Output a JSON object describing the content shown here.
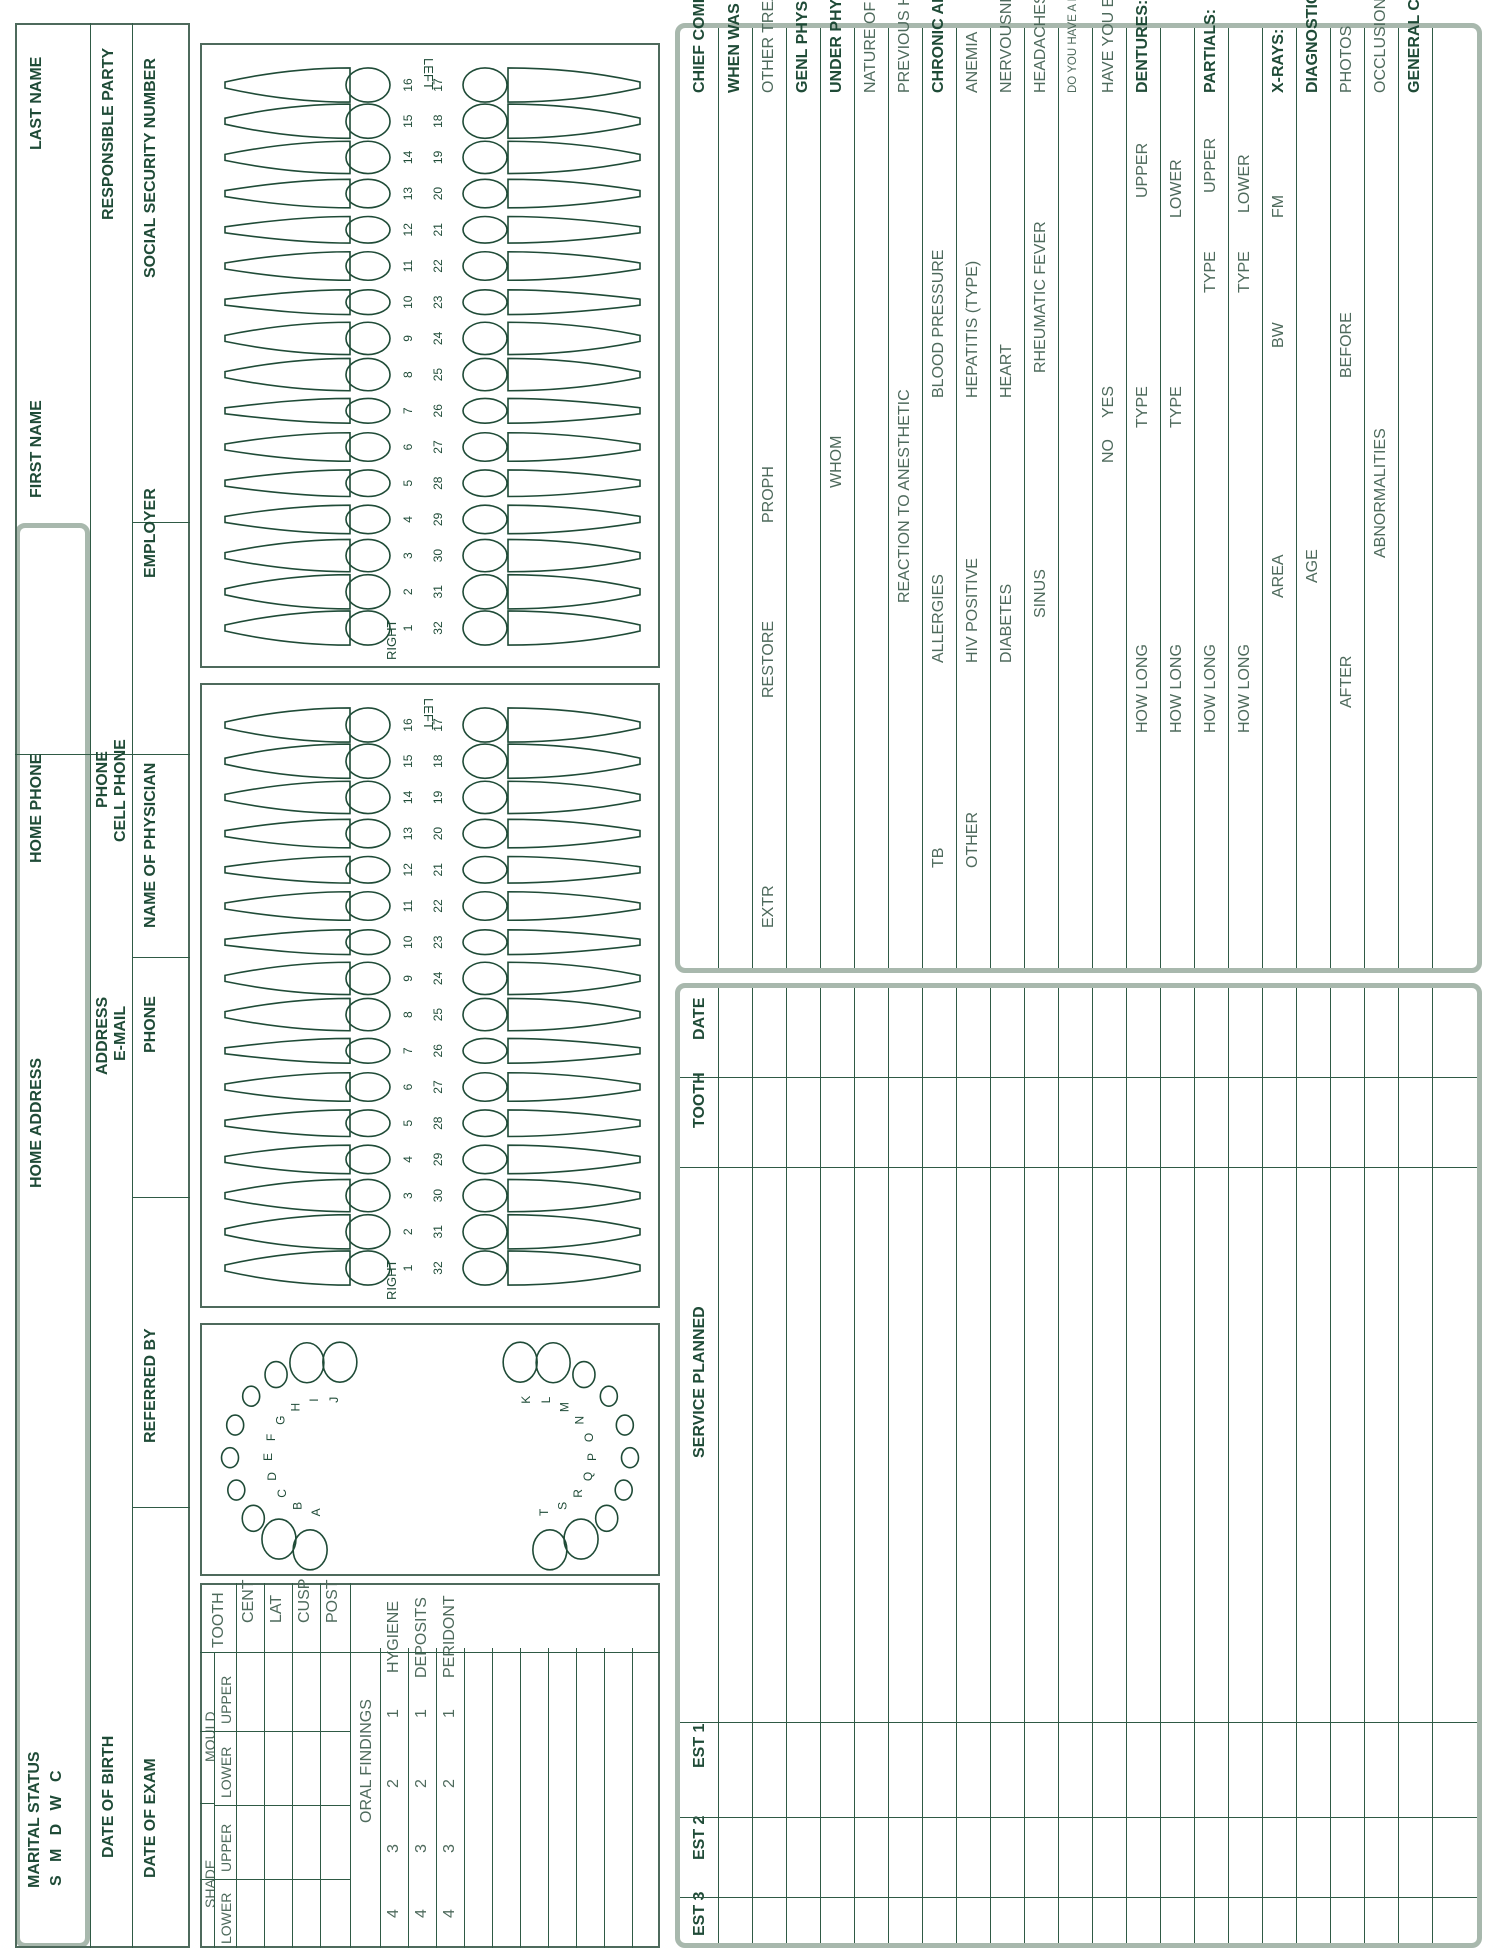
{
  "colors": {
    "ink": "#1f4b37",
    "frame": "#a8b8ad",
    "light": "#4e6a5c"
  },
  "header": {
    "last_name": "LAST NAME",
    "first_name": "FIRST NAME",
    "home_phone": "HOME PHONE",
    "home_address": "HOME ADDRESS",
    "marital_status": "MARITAL STATUS",
    "marital_options": "S   M   D   W   C",
    "responsible_party": "RESPONSIBLE PARTY",
    "phone": "PHONE",
    "cell_phone": "CELL PHONE",
    "address": "ADDRESS",
    "email": "E-MAIL",
    "date_of_birth": "DATE OF BIRTH",
    "ssn": "SOCIAL SECURITY NUMBER",
    "employer": "EMPLOYER",
    "name_of_physician": "NAME OF PHYSICIAN",
    "physician_phone": "PHONE",
    "referred_by": "REFERRED BY",
    "date_of_exam": "DATE OF EXAM"
  },
  "chart": {
    "right": "RIGHT",
    "left": "LEFT",
    "upper_numbers": [
      "1",
      "2",
      "3",
      "4",
      "5",
      "6",
      "7",
      "8",
      "9",
      "10",
      "11",
      "12",
      "13",
      "14",
      "15",
      "16"
    ],
    "lower_numbers": [
      "32",
      "31",
      "30",
      "29",
      "28",
      "27",
      "26",
      "25",
      "24",
      "23",
      "22",
      "21",
      "20",
      "19",
      "18",
      "17"
    ]
  },
  "primary_teeth": {
    "upper": [
      "A",
      "B",
      "C",
      "D",
      "E",
      "F",
      "G",
      "H",
      "I",
      "J"
    ],
    "lower": [
      "T",
      "S",
      "R",
      "Q",
      "P",
      "O",
      "N",
      "M",
      "L",
      "K"
    ]
  },
  "mould_shade": {
    "tooth": "TOOTH",
    "mould": "MOULD",
    "shade": "SHADE",
    "upper1": "UPPER",
    "lower1": "LOWER",
    "upper2": "UPPER",
    "lower2": "LOWER",
    "rows": [
      "CENT",
      "LAT",
      "CUSP",
      "POST"
    ],
    "oral_findings": "ORAL FINDINGS",
    "findings": [
      {
        "label": "HYGIENE",
        "values": [
          "1",
          "2",
          "3",
          "4"
        ]
      },
      {
        "label": "DEPOSITS",
        "values": [
          "1",
          "2",
          "3",
          "4"
        ]
      },
      {
        "label": "PERIDONT",
        "values": [
          "1",
          "2",
          "3",
          "4"
        ]
      }
    ]
  },
  "history": {
    "chief_complaint": "CHIEF COMPLAINT:",
    "last_visit": "WHEN WAS LAST DENTAL VISIT:",
    "other_treatment": "OTHER TREATMENT",
    "proph": "PROPH",
    "restore": "RESTORE",
    "extr": "EXTR",
    "genl_condition": "GENL PHYSICAL CONDITION:",
    "under_care": "UNDER PHYSICIAN'S CARE NOW:",
    "whom": "WHOM",
    "nature": "NATURE OF TREATMENT",
    "bleeding": "PREVIOUS HISTORY OF BLEEDING",
    "anesthetic": "REACTION TO ANESTHETIC",
    "chronic": "CHRONIC AILMENTS:",
    "blood_pressure": "BLOOD PRESSURE",
    "allergies": "ALLERGIES",
    "tb": "TB",
    "anemia": "ANEMIA",
    "hepatitis": "HEPATITIS (TYPE)",
    "hiv": "HIV POSITIVE",
    "other": "OTHER",
    "nervousness": "NERVOUSNESS",
    "heart": "HEART",
    "diabetes": "DIABETES",
    "headaches": "HEADACHES",
    "rheumatic": "RHEUMATIC FEVER",
    "sinus": "SINUS",
    "cough": "DO YOU HAVE A PERSISTENT COUGH OR THROAT CLEARING NOT ASSOCIATED WITH A KNOWN ILLNESS (LASTING MORE THAN 3 WEEKS)?   YES     NO",
    "fenphen": "HAVE YOU EVER TAKEN FEN-PHEN/REDUX?",
    "yes": "YES",
    "no": "NO",
    "dentures": "DENTURES:",
    "upper": "UPPER",
    "lower": "LOWER",
    "type": "TYPE",
    "how_long": "HOW LONG",
    "partials": "PARTIALS:",
    "xrays": "X-RAYS:",
    "fm": "FM",
    "bw": "BW",
    "area": "AREA",
    "casts": "DIAGNOSTIC CASTS:",
    "age": "AGE",
    "photos": "PHOTOS",
    "before": "BEFORE",
    "after": "AFTER",
    "occlusion": "OCCLUSION",
    "abnormalities": "ABNORMALITIES",
    "general": "GENERAL CONDITION OF TETH AND GUMS:"
  },
  "services": {
    "date": "DATE",
    "tooth": "TOOTH",
    "service": "SERVICE PLANNED",
    "est1": "EST 1",
    "est2": "EST 2",
    "est3": "EST 3"
  }
}
